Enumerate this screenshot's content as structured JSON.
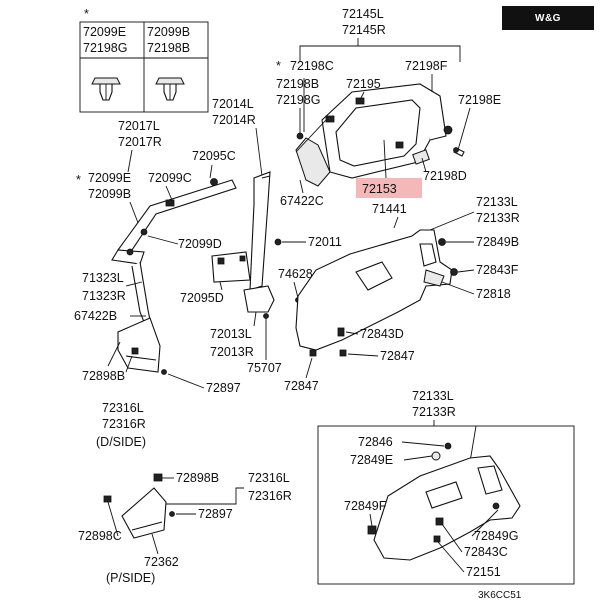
{
  "brand": "W&G",
  "diagram_code": "3K6CC51",
  "asterisk": "*",
  "clip_table": {
    "col1_top": "72099E",
    "col1_bottom": "72198G",
    "col2_top": "72099B",
    "col2_bottom": "72198B"
  },
  "labels": {
    "p72145L": "72145L",
    "p72145R": "72145R",
    "p72198C": "72198C",
    "p72198B": "72198B",
    "p72198G": "72198G",
    "p72195": "72195",
    "p72198F": "72198F",
    "p72198E": "72198E",
    "p72198D": "72198D",
    "p72153": "72153",
    "p67422C": "67422C",
    "p71441": "71441",
    "p72014L": "72014L",
    "p72014R": "72014R",
    "p72017L": "72017L",
    "p72017R": "72017R",
    "p72095C": "72095C",
    "p72099E": "72099E",
    "p72099C": "72099C",
    "p72099B": "72099B",
    "p72099D": "72099D",
    "p72011": "72011",
    "p72133L_a": "72133L",
    "p72133R_a": "72133R",
    "p72849B": "72849B",
    "p74628": "74628",
    "p72843F": "72843F",
    "p72818": "72818",
    "p71323L": "71323L",
    "p71323R": "71323R",
    "p67422B": "67422B",
    "p72095D": "72095D",
    "p72843D": "72843D",
    "p72013L": "72013L",
    "p72013R": "72013R",
    "p72847a": "72847",
    "p75707": "75707",
    "p72847b": "72847",
    "p72898B_a": "72898B",
    "p72897_a": "72897",
    "p72316L_a": "72316L",
    "p72316R_a": "72316R",
    "dside": "(D/SIDE)",
    "p72133L_b": "72133L",
    "p72133R_b": "72133R",
    "p72846": "72846",
    "p72849E": "72849E",
    "p72898B_b": "72898B",
    "p72316L_b": "72316L",
    "p72316R_b": "72316R",
    "p72849F": "72849F",
    "p72897_b": "72897",
    "p72898C": "72898C",
    "p72849G": "72849G",
    "p72843C": "72843C",
    "p72362": "72362",
    "p72151": "72151",
    "pside": "(P/SIDE)"
  },
  "highlight_color": "#f4b8b8"
}
